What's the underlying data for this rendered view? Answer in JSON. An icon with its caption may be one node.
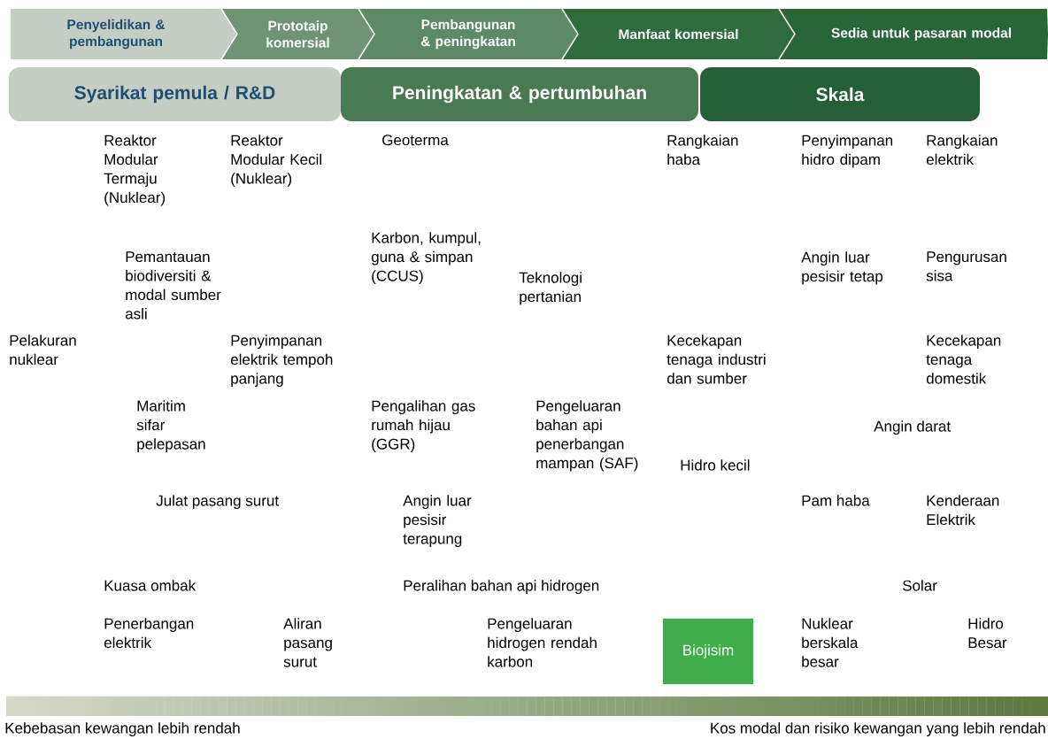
{
  "diagram": {
    "nodes": [
      {
        "text": [
          "Penyelidikan & pembangunan"
        ]
      },
      {
        "text": [
          "Prototaip komersial"
        ]
      },
      {
        "text": [
          "Pembangunan & peningkatan"
        ]
      },
      {
        "text": [
          "Manfaat komersial"
        ]
      },
      {
        "text": [
          "Sedia untuk pasaran modal"
        ]
      },
      {
        "text": [
          "Syarikat pemula / R&D"
        ]
      },
      {
        "text": [
          "Peningkatan & pertumbuhan"
        ]
      },
      {
        "text": [
          "Skala"
        ]
      },
      {
        "text": [
          "Biojisim"
        ]
      }
    ],
    "labels": [
      "Reaktor Modular Termaju (Nuklear)",
      "Reaktor Modular Kecil (Nuklear)",
      "Geoterma",
      "Rangkaian haba",
      "Penyimpanan hidro dipam",
      "Rangkaian elektrik",
      "Karbon, kumpul, guna & simpan (CCUS)",
      "Pemantauan biodiversiti & modal sumber asli",
      "Teknologi pertanian",
      "Angin luar pesisir tetap",
      "Pengurusan sisa",
      "Pelakuran nuklear",
      "Penyimpanan elektrik tempoh panjang",
      "Kecekapan tenaga industri dan sumber",
      "Kecekapan tenaga domestik",
      "Maritim sifar pelepasan",
      "Pengalihan gas rumah hijau (GGR)",
      "Pengeluaran bahan api penerbangan mampan (SAF)",
      "Angin darat",
      "Hidro kecil",
      "Julat pasang surut",
      "Angin luar pesisir terapung",
      "Pam haba",
      "Kenderaan Elektrik",
      "Kuasa ombak",
      "Peralihan bahan api hidrogen",
      "Solar",
      "Penerbangan elektrik",
      "Aliran pasang surut",
      "Pengeluaran hidrogen rendah karbon",
      "Nuklear berskala besar",
      "Hidro Besar",
      "Kebebasan kewangan lebih rendah",
      "Kos modal dan risiko kewangan yang lebih rendah"
    ]
  }
}
